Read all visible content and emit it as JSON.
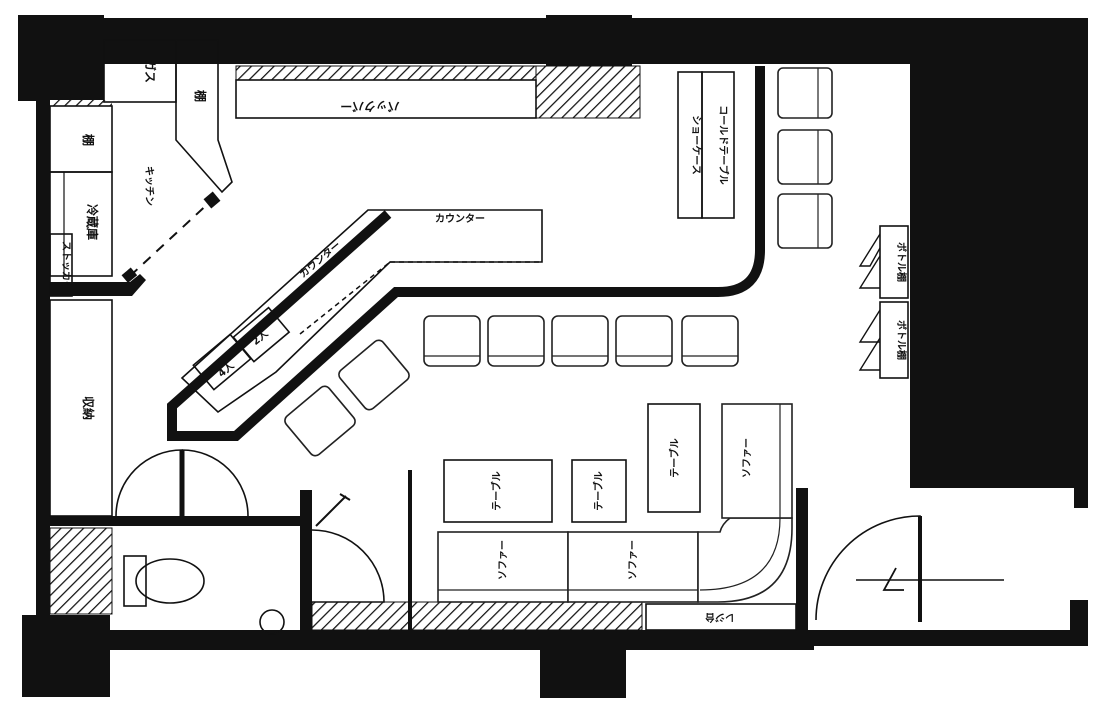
{
  "labels": {
    "gas": "ガス",
    "shelf_top": "棚",
    "shelf_left": "棚",
    "kitchen": "キッチン",
    "refrigerator": "冷蔵庫",
    "stocker": "ストッカー",
    "storage": "収納",
    "back_bar": "バックバー",
    "showcase": "ショーケース",
    "cold_table": "コールドテーブル",
    "counter_top": "カウンター",
    "counter_mid": "カウンター",
    "seat_4": "4人",
    "seat_2": "2人",
    "bottle_shelf_1": "ボトル棚",
    "bottle_shelf_2": "ボトル棚",
    "table_1": "テーブル",
    "table_2": "テーブル",
    "table_3": "テーブル",
    "sofa_1": "ソファー",
    "sofa_2": "ソファー",
    "sofa_3": "ソファー",
    "cashier": "レジ台"
  }
}
